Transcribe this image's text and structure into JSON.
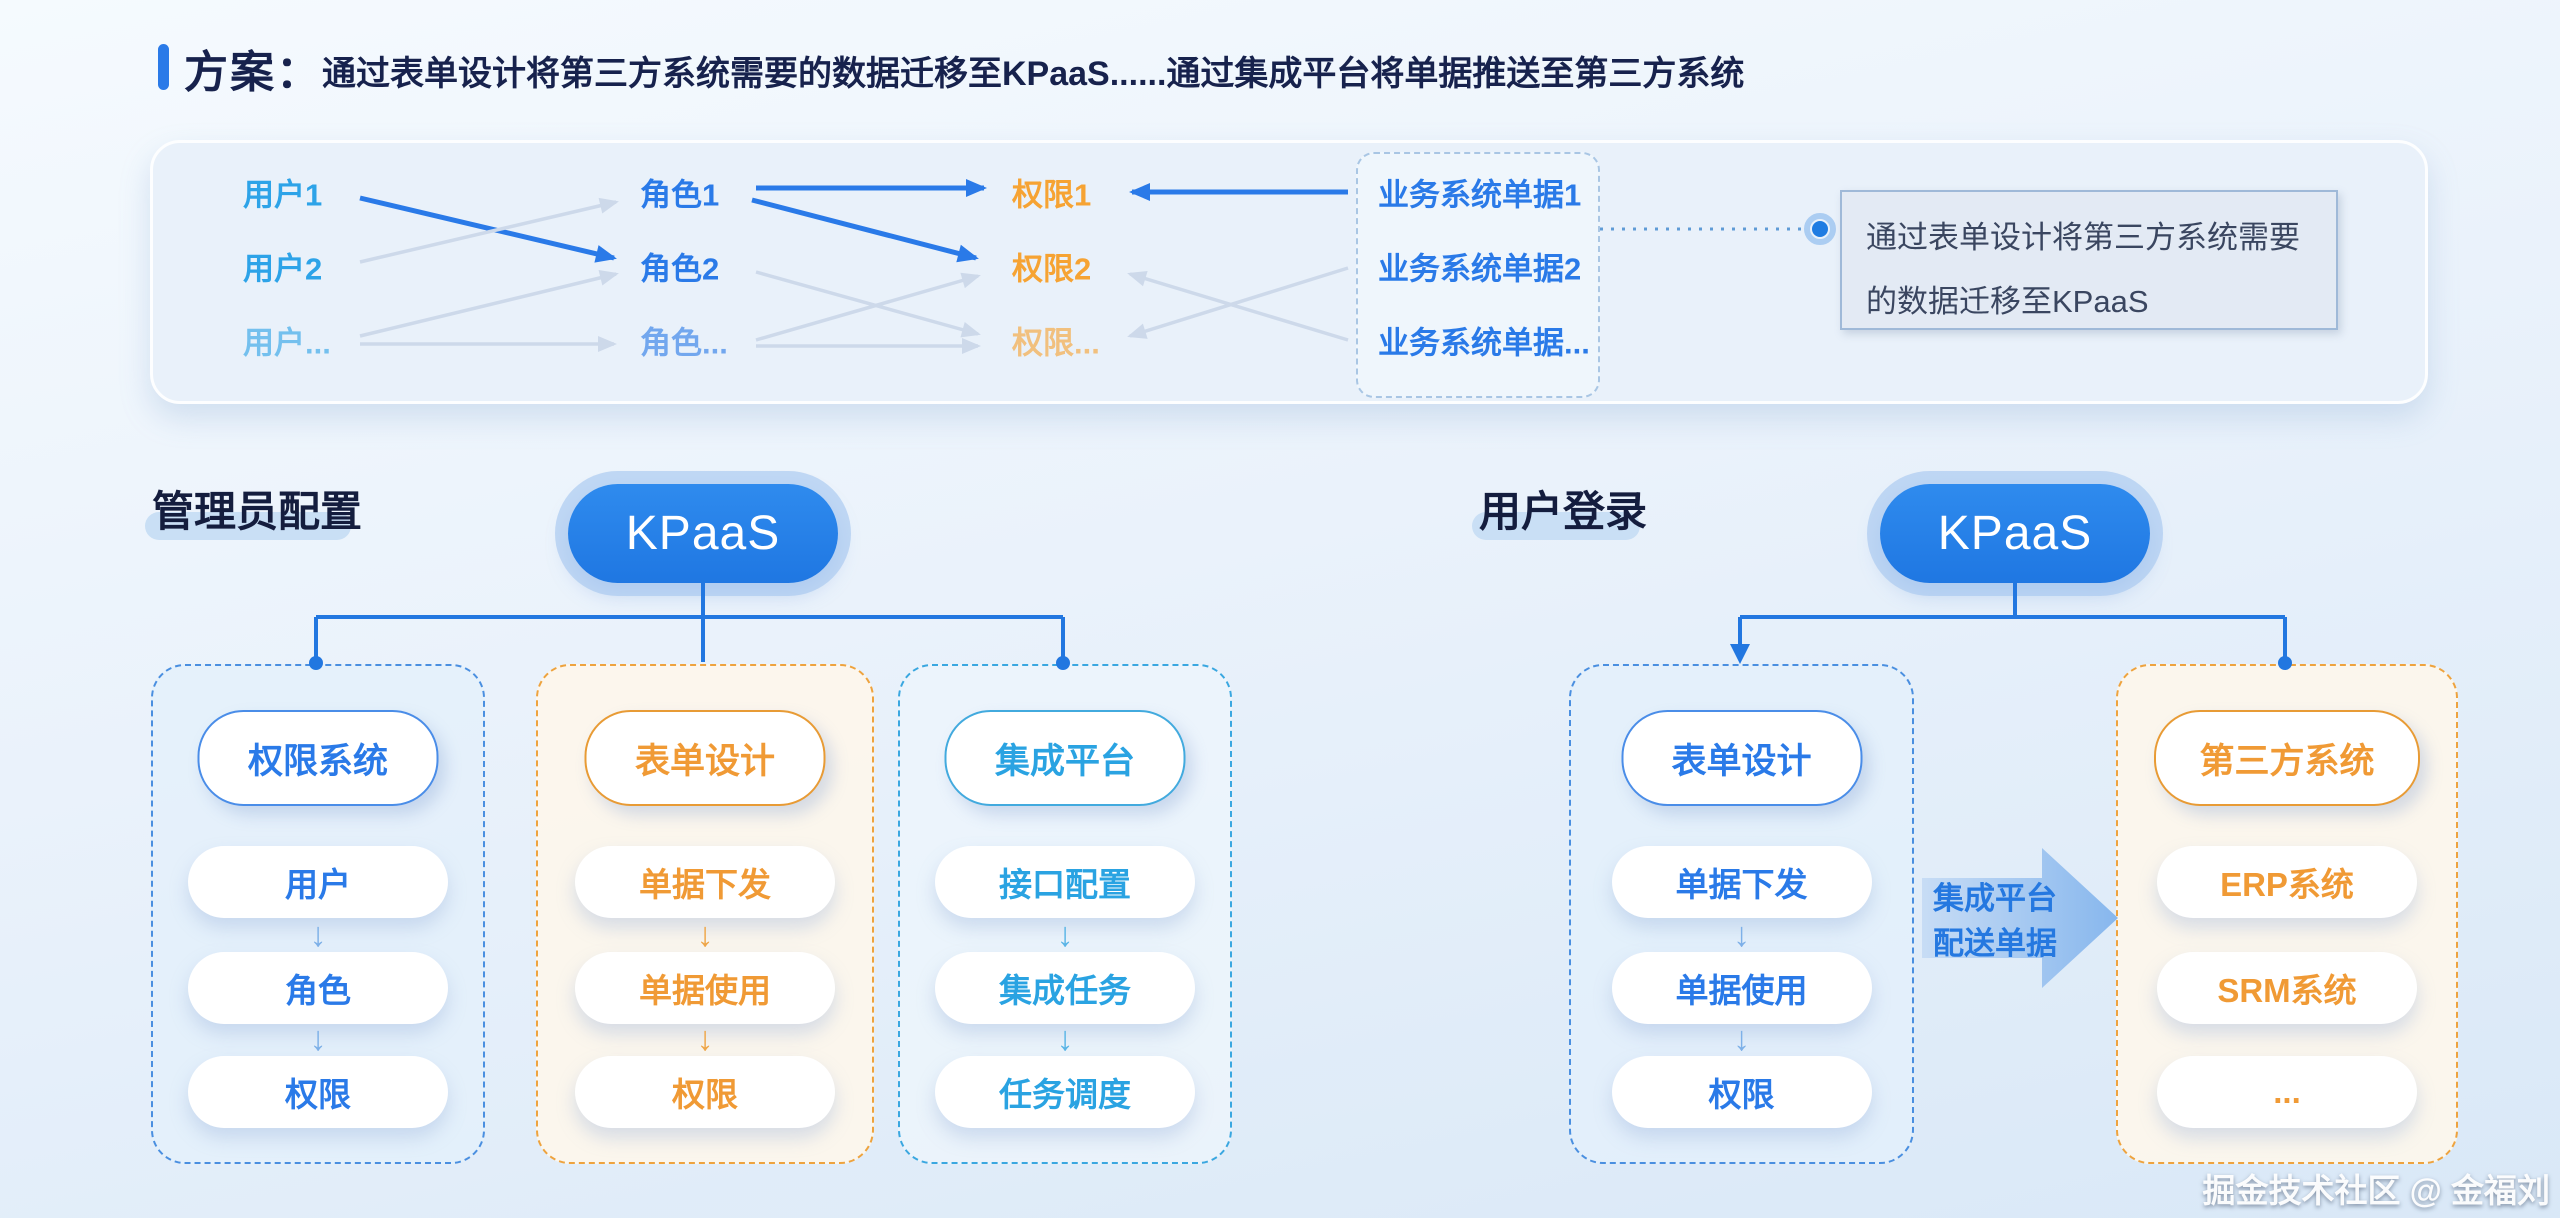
{
  "title": {
    "label": "方案：",
    "text": "通过表单设计将第三方系统需要的数据迁移至KPaaS......通过集成平台将单据推送至第三方系统"
  },
  "mapping_panel": {
    "users": [
      "用户1",
      "用户2",
      "用户..."
    ],
    "roles": [
      "角色1",
      "角色2",
      "角色..."
    ],
    "permissions": [
      "权限1",
      "权限2",
      "权限..."
    ],
    "business_docs": [
      "业务系统单据1",
      "业务系统单据2",
      "业务系统单据..."
    ],
    "note": {
      "line1": "通过表单设计将第三方系统需要",
      "line2": "的数据迁移至KPaaS"
    }
  },
  "admin_section": {
    "heading": "管理员配置",
    "root": "KPaaS",
    "columns": [
      {
        "header": "权限系统",
        "items": [
          "用户",
          "角色",
          "权限"
        ],
        "accent": "#2a7ae8"
      },
      {
        "header": "表单设计",
        "items": [
          "单据下发",
          "单据使用",
          "权限"
        ],
        "accent": "#f09a35"
      },
      {
        "header": "集成平台",
        "items": [
          "接口配置",
          "集成任务",
          "任务调度"
        ],
        "accent": "#2aa3e2"
      }
    ]
  },
  "user_section": {
    "heading": "用户登录",
    "root": "KPaaS",
    "columns": [
      {
        "header": "表单设计",
        "items": [
          "单据下发",
          "单据使用",
          "权限"
        ],
        "accent": "#2a7ae8"
      },
      {
        "header": "第三方系统",
        "items": [
          "ERP系统",
          "SRM系统",
          "..."
        ],
        "accent": "#f09a35"
      }
    ],
    "flow_arrow": {
      "line1": "集成平台",
      "line2": "配送单据"
    }
  },
  "glyphs": {
    "down_arrow": "↓"
  },
  "watermark": "掘金技术社区 @ 金福刘",
  "colors": {
    "primary_blue": "#2a7ae8",
    "cyan_blue": "#2da3e8",
    "orange": "#f6a333",
    "dark_navy": "#17224d",
    "faint_line": "#cdd9ea",
    "kpaas_fill": "#2483e8",
    "note_bg": "#e3eaf4"
  }
}
